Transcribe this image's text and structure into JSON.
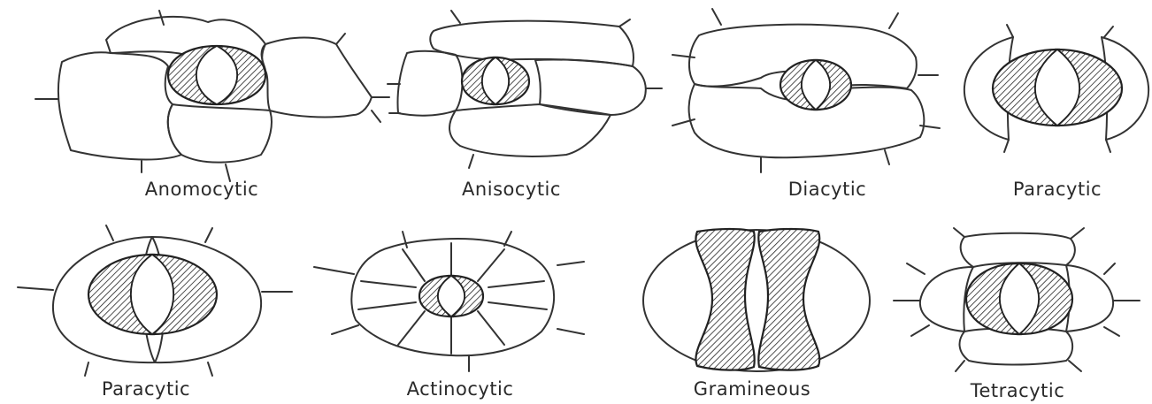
{
  "labels": {
    "anomocytic": "Anomocytic",
    "anisocytic": "Anisocytic",
    "diacytic": "Diacytic",
    "paracytic_top": "Paracytic",
    "paracytic_bottom": "Paracytic",
    "actinocytic": "Actinocytic",
    "gramineous": "Gramineous",
    "tetracytic": "Tetracytic"
  }
}
